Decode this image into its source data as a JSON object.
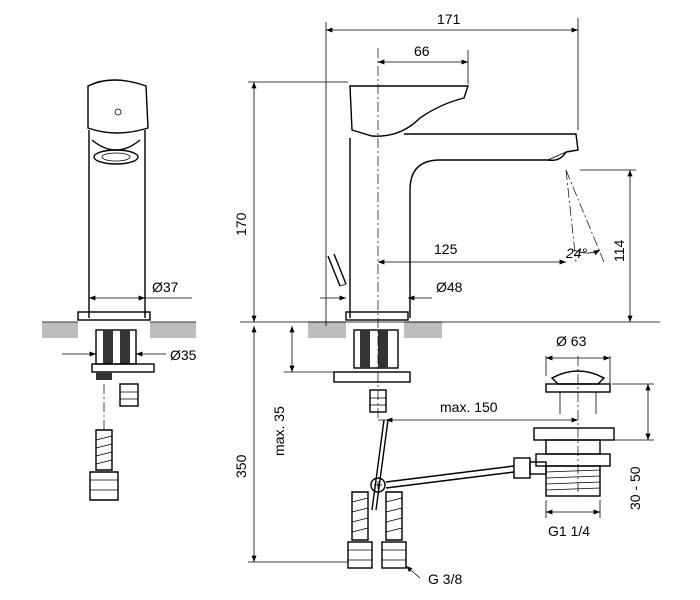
{
  "dimensions": {
    "width_total": "171",
    "spout_lever": "66",
    "height_total": "170",
    "spout_height": "114",
    "reach": "125",
    "angle": "24°",
    "base_diameter": "Ø48",
    "body_diameter": "Ø37",
    "shank_diameter": "Ø35",
    "pop_up_diameter": "Ø 63",
    "below_counter": "350",
    "max_35": "max. 35",
    "max_150": "max. 150",
    "range_30_50": "30 - 50",
    "thread_waste": "G1 1/4",
    "thread_supply": "G 3/8"
  }
}
